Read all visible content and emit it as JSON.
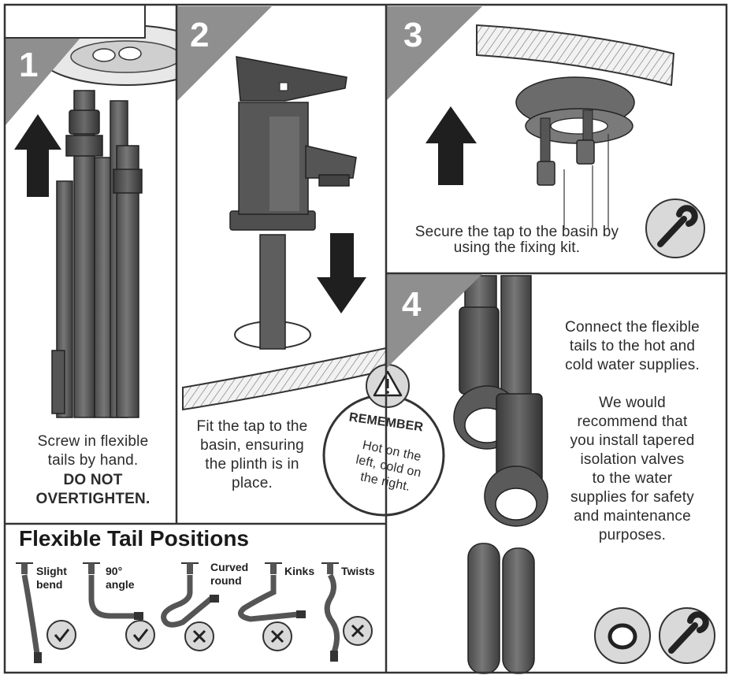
{
  "panel1": {
    "number": "1",
    "text": "Screw in flexible\ntails by hand.",
    "warning": "DO NOT\nOVERTIGHTEN."
  },
  "panel2": {
    "number": "2",
    "text": "Fit the tap to the\nbasin, ensuring\nthe plinth is in\nplace."
  },
  "panel3": {
    "number": "3",
    "text": "Secure the tap to the basin by\nusing the fixing kit."
  },
  "panel4": {
    "number": "4",
    "text1": "Connect the flexible\ntails to the hot and\ncold water supplies.",
    "text2": "We would\nrecommend that\nyou install tapered\nisolation valves\nto the water\nsupplies for safety\nand maintenance\npurposes."
  },
  "remember": {
    "title": "REMEMBER",
    "text": "Hot on the\nleft, cold on\nthe right."
  },
  "tail_positions": {
    "heading": "Flexible Tail Positions",
    "items": [
      {
        "label": "Slight\nbend",
        "ok": true
      },
      {
        "label": "90°\nangle",
        "ok": true
      },
      {
        "label": "Curved\nround",
        "ok": false
      },
      {
        "label": "Kinks",
        "ok": false
      },
      {
        "label": "Twists",
        "ok": false
      }
    ]
  },
  "colors": {
    "border": "#333333",
    "corner": "#8f8f8f",
    "pipe": "#5e5e5e",
    "pipe_dark": "#3d3d3d",
    "icon_bg": "#d9d9d9"
  }
}
